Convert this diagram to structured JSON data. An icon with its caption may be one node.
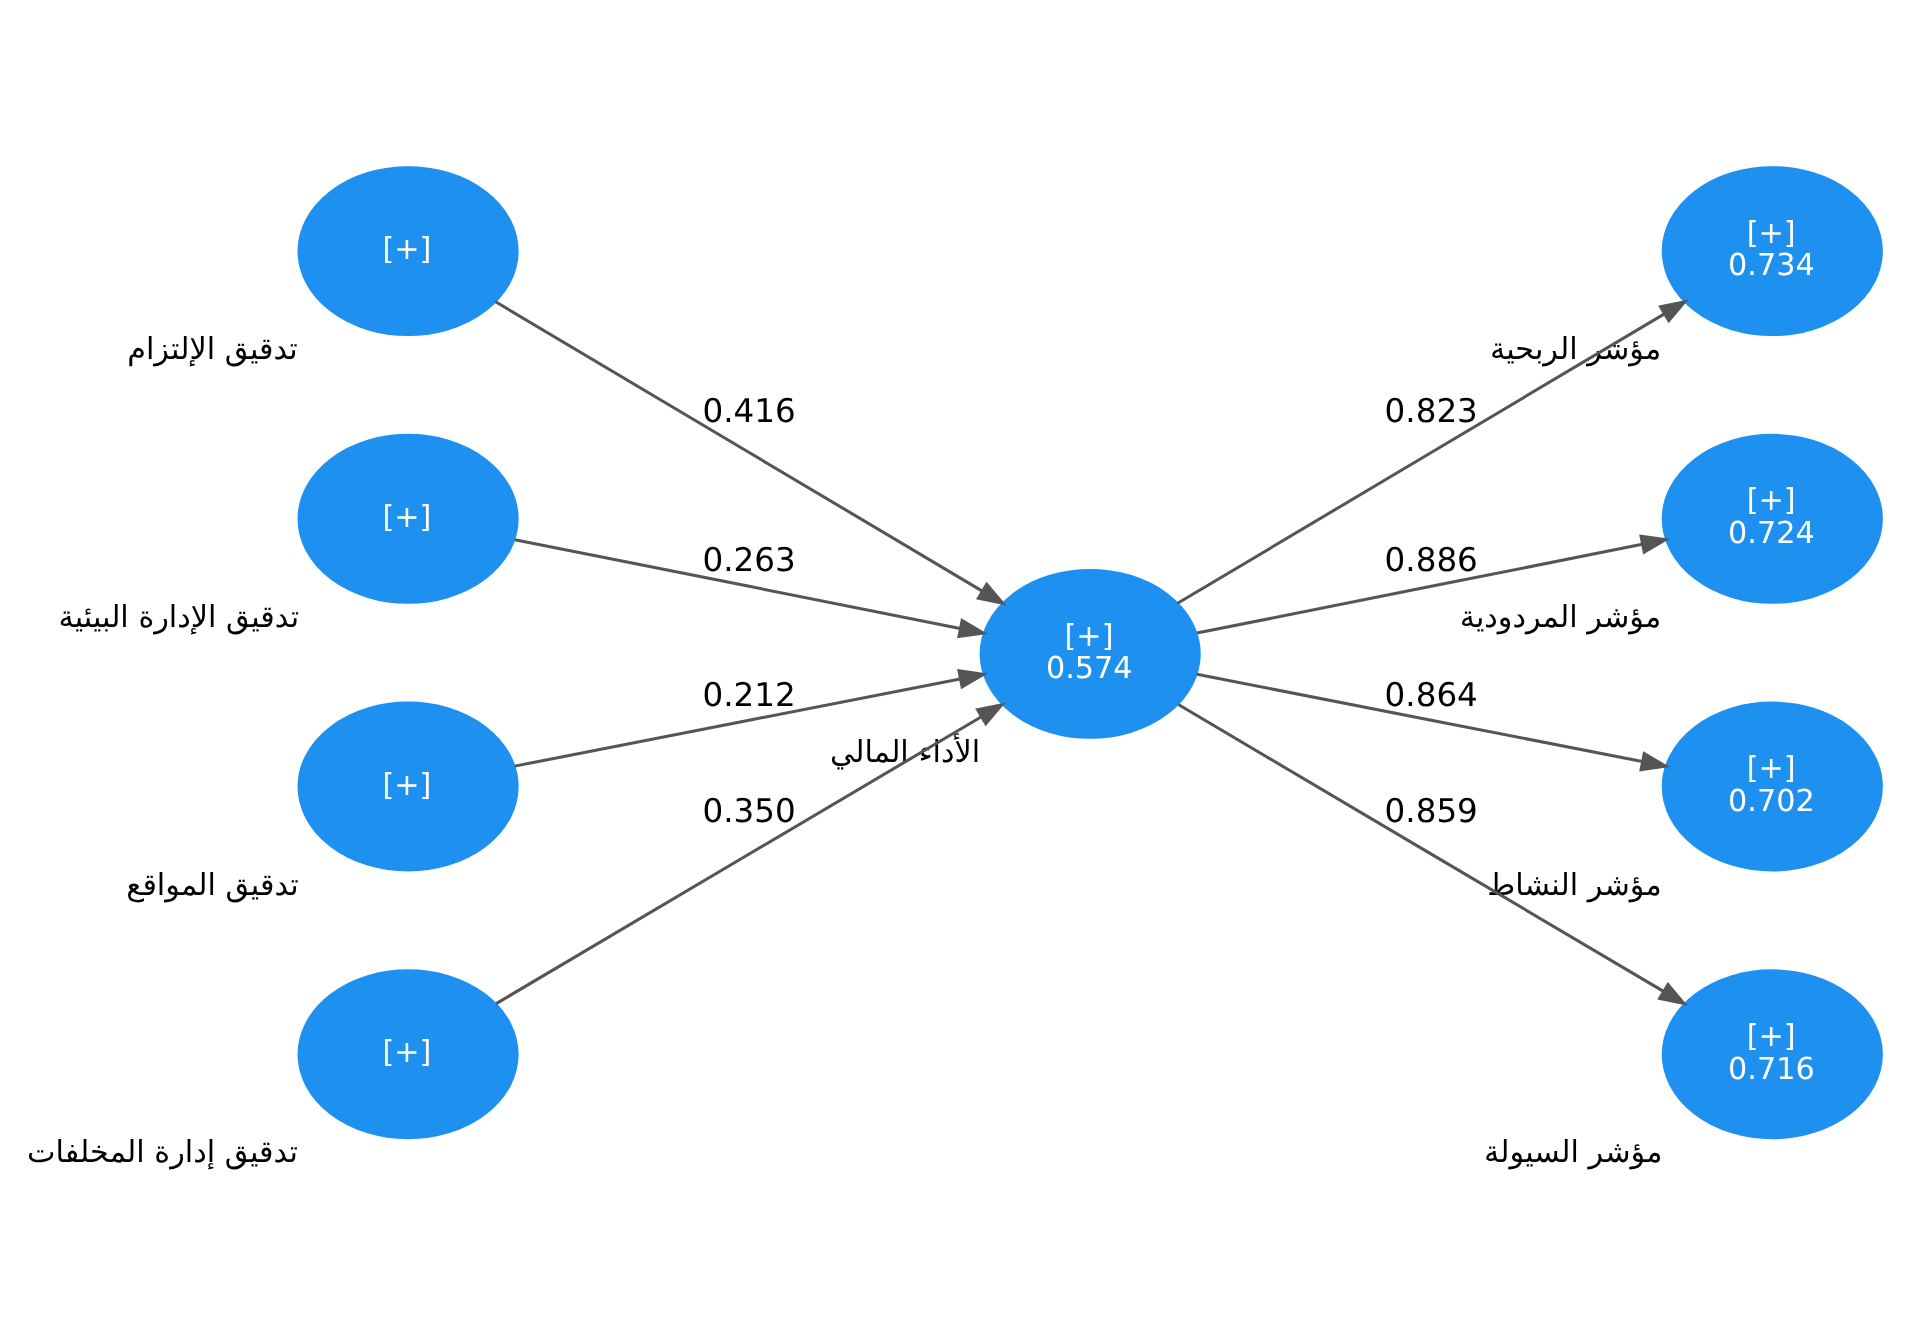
{
  "diagram": {
    "nodes": [
      {
        "text": [
          "[+]"
        ],
        "beside": [
          "تدقيق الإلتزام"
        ]
      },
      {
        "text": [
          "[+]"
        ],
        "beside": [
          "تدقيق الإدارة البيئية"
        ]
      },
      {
        "text": [
          "[+]"
        ],
        "beside": [
          "تدقيق المواقع"
        ]
      },
      {
        "text": [
          "[+]"
        ],
        "beside": [
          "تدقيق إدارة المخلفات"
        ]
      },
      {
        "text": [
          "[+]",
          "0.574"
        ],
        "beside": [
          "الأداء المالي"
        ]
      },
      {
        "text": [
          "[+]",
          "0.734"
        ],
        "beside": [
          "مؤشر الربحية"
        ]
      },
      {
        "text": [
          "[+]",
          "0.724"
        ],
        "beside": [
          "مؤشر المردودية"
        ]
      },
      {
        "text": [
          "[+]",
          "0.702"
        ],
        "beside": [
          "مؤشر النشاط"
        ]
      },
      {
        "text": [
          "[+]",
          "0.716"
        ],
        "beside": [
          "مؤشر السيولة"
        ]
      }
    ],
    "edges": [
      {
        "from": 0,
        "to": 4,
        "arrow": "to",
        "label": "0.416"
      },
      {
        "from": 1,
        "to": 4,
        "arrow": "to",
        "label": "0.263"
      },
      {
        "from": 2,
        "to": 4,
        "arrow": "to",
        "label": "0.212"
      },
      {
        "from": 3,
        "to": 4,
        "arrow": "to",
        "label": "0.350"
      },
      {
        "from": 4,
        "to": 5,
        "arrow": "to",
        "label": "0.823"
      },
      {
        "from": 4,
        "to": 6,
        "arrow": "to",
        "label": "0.886"
      },
      {
        "from": 4,
        "to": 7,
        "arrow": "to",
        "label": "0.864"
      },
      {
        "from": 4,
        "to": 8,
        "arrow": "to",
        "label": "0.859"
      }
    ]
  }
}
